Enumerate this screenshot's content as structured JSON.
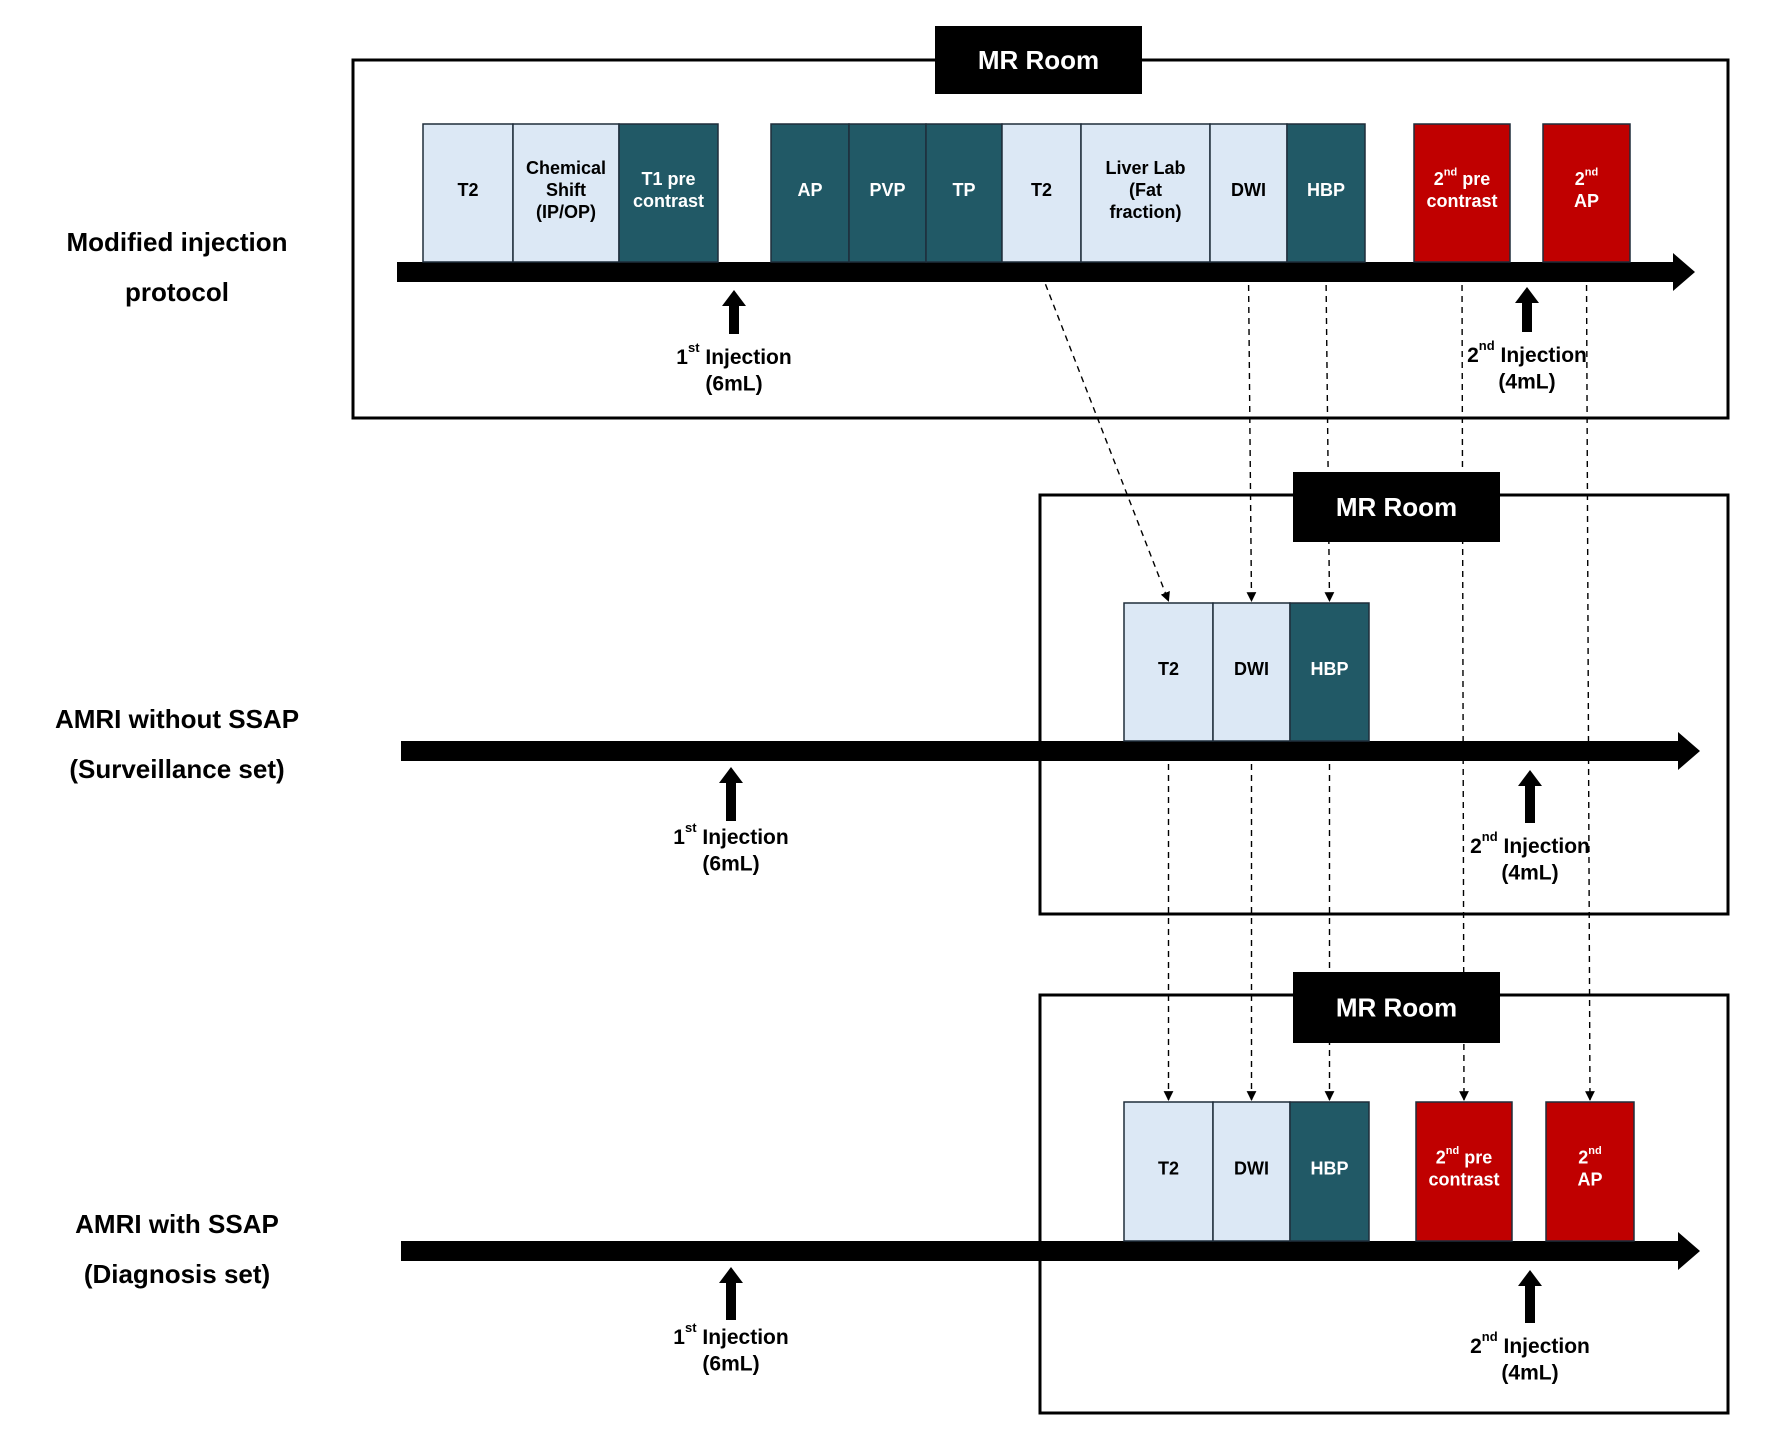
{
  "colors": {
    "light": "#dce8f5",
    "dark": "#215966",
    "red": "#c00000",
    "black": "#000000",
    "white": "#ffffff",
    "block_stroke": "#1f2d3a"
  },
  "room_label": "MR Room",
  "rows": [
    {
      "id": "modified",
      "label": [
        "Modified injection",
        "protocol"
      ],
      "blocks": [
        {
          "id": "t2",
          "lines": [
            "T2"
          ],
          "color": "light"
        },
        {
          "id": "chem",
          "lines": [
            "Chemical",
            "Shift",
            "(IP/OP)"
          ],
          "color": "light"
        },
        {
          "id": "t1pre",
          "lines": [
            "T1 pre",
            "contrast"
          ],
          "color": "dark"
        },
        {
          "id": "ap",
          "lines": [
            "AP"
          ],
          "color": "dark"
        },
        {
          "id": "pvp",
          "lines": [
            "PVP"
          ],
          "color": "dark"
        },
        {
          "id": "tp",
          "lines": [
            "TP"
          ],
          "color": "dark"
        },
        {
          "id": "t2b",
          "lines": [
            "T2"
          ],
          "color": "light"
        },
        {
          "id": "liver",
          "lines": [
            "Liver Lab",
            "(Fat",
            "fraction)"
          ],
          "color": "light"
        },
        {
          "id": "dwi",
          "lines": [
            "DWI"
          ],
          "color": "light"
        },
        {
          "id": "hbp",
          "lines": [
            "HBP"
          ],
          "color": "dark"
        },
        {
          "id": "pre2",
          "lines": [
            [
              "2",
              "nd",
              " pre"
            ],
            "contrast"
          ],
          "color": "red"
        },
        {
          "id": "ap2",
          "lines": [
            [
              "2",
              "nd",
              ""
            ],
            "AP"
          ],
          "color": "red"
        }
      ],
      "injections": [
        {
          "id": "inj1",
          "ord": "1",
          "sup": "st",
          "label": " Injection",
          "dose": "(6mL)"
        },
        {
          "id": "inj2",
          "ord": "2",
          "sup": "nd",
          "label": " Injection",
          "dose": "(4mL)"
        }
      ]
    },
    {
      "id": "without",
      "label": [
        "AMRI without SSAP",
        "(Surveillance set)"
      ],
      "blocks": [
        {
          "id": "t2",
          "lines": [
            "T2"
          ],
          "color": "light"
        },
        {
          "id": "dwi",
          "lines": [
            "DWI"
          ],
          "color": "light"
        },
        {
          "id": "hbp",
          "lines": [
            "HBP"
          ],
          "color": "dark"
        }
      ],
      "injections": [
        {
          "id": "inj1",
          "ord": "1",
          "sup": "st",
          "label": " Injection",
          "dose": "(6mL)"
        },
        {
          "id": "inj2",
          "ord": "2",
          "sup": "nd",
          "label": " Injection",
          "dose": "(4mL)"
        }
      ]
    },
    {
      "id": "with",
      "label": [
        "AMRI with SSAP",
        "(Diagnosis set)"
      ],
      "blocks": [
        {
          "id": "t2",
          "lines": [
            "T2"
          ],
          "color": "light"
        },
        {
          "id": "dwi",
          "lines": [
            "DWI"
          ],
          "color": "light"
        },
        {
          "id": "hbp",
          "lines": [
            "HBP"
          ],
          "color": "dark"
        },
        {
          "id": "pre2",
          "lines": [
            [
              "2",
              "nd",
              " pre"
            ],
            "contrast"
          ],
          "color": "red"
        },
        {
          "id": "ap2",
          "lines": [
            [
              "2",
              "nd",
              ""
            ],
            "AP"
          ],
          "color": "red"
        }
      ],
      "injections": [
        {
          "id": "inj1",
          "ord": "1",
          "sup": "st",
          "label": " Injection",
          "dose": "(6mL)"
        },
        {
          "id": "inj2",
          "ord": "2",
          "sup": "nd",
          "label": " Injection",
          "dose": "(4mL)"
        }
      ]
    }
  ],
  "links": [
    {
      "id": "t2b-to-t2",
      "from": "modified.t2b",
      "to": "without.t2"
    },
    {
      "id": "dwi-to-dwi",
      "from": "modified.dwi",
      "to": "without.dwi"
    },
    {
      "id": "hbp-to-hbp",
      "from": "modified.hbp",
      "to": "without.hbp"
    },
    {
      "id": "t2-to-t2",
      "from": "without.t2",
      "to": "with.t2"
    },
    {
      "id": "dwi-to-dwi-2",
      "from": "without.dwi",
      "to": "with.dwi"
    },
    {
      "id": "hbp-to-hbp-2",
      "from": "without.hbp",
      "to": "with.hbp"
    },
    {
      "id": "pre2-to-pre2",
      "from": "modified.pre2",
      "to": "with.pre2"
    },
    {
      "id": "ap2-to-ap2",
      "from": "modified.ap2",
      "to": "with.ap2"
    }
  ]
}
